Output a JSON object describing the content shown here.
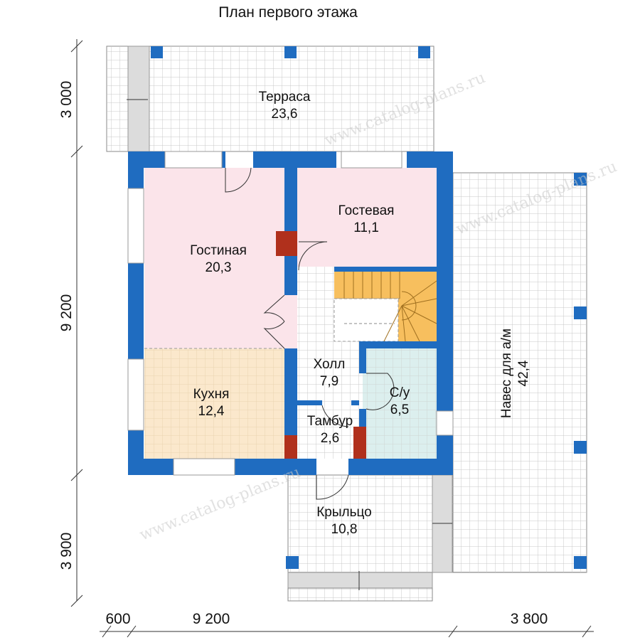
{
  "title": "План первого этажа",
  "watermark": "www.catalog-plans.ru",
  "rooms": [
    {
      "name": "Терраса",
      "area": "23,6"
    },
    {
      "name": "Гостиная",
      "area": "20,3"
    },
    {
      "name": "Гостевая",
      "area": "11,1"
    },
    {
      "name": "Кухня",
      "area": "12,4"
    },
    {
      "name": "Холл",
      "area": "7,9"
    },
    {
      "name": "С/у",
      "area": "6,5"
    },
    {
      "name": "Тамбур",
      "area": "2,6"
    },
    {
      "name": "Крыльцо",
      "area": "10,8"
    },
    {
      "name": "Навес для а/м",
      "area": "42,4"
    }
  ],
  "dimensions": {
    "left": [
      "3 000",
      "9 200",
      "3 900"
    ],
    "bottom": [
      "600",
      "9 200",
      "3 800"
    ]
  },
  "colors": {
    "wall": "#1f6cc0",
    "living": "#fbe4ea",
    "kitchen": "#fbe8cc",
    "stairs": "#f7bf5e",
    "bath": "#dcefee",
    "brick": "#b0301c"
  }
}
